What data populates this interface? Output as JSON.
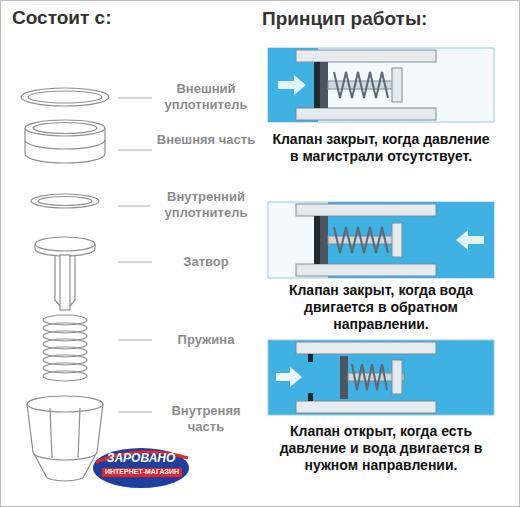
{
  "diagram": {
    "labels": [
      "Состоит с:",
      "Принцип работы:",
      "Внешний уплотнитель",
      "Внешняя часть",
      "Внутренний уплотнитель",
      "Затвор",
      "Пружина",
      "Внутреняя часть",
      "Клапан закрыт, когда давление в магистрали отсутствует.",
      "Клапан закрыт, когда вода двигается в обратном направлении.",
      "Клапан открыт, когда есть давление и вода двигается в нужном направлении.",
      "ЗАРОВАНО",
      "ИНТЕРНЕТ-МАГАЗИН"
    ]
  }
}
